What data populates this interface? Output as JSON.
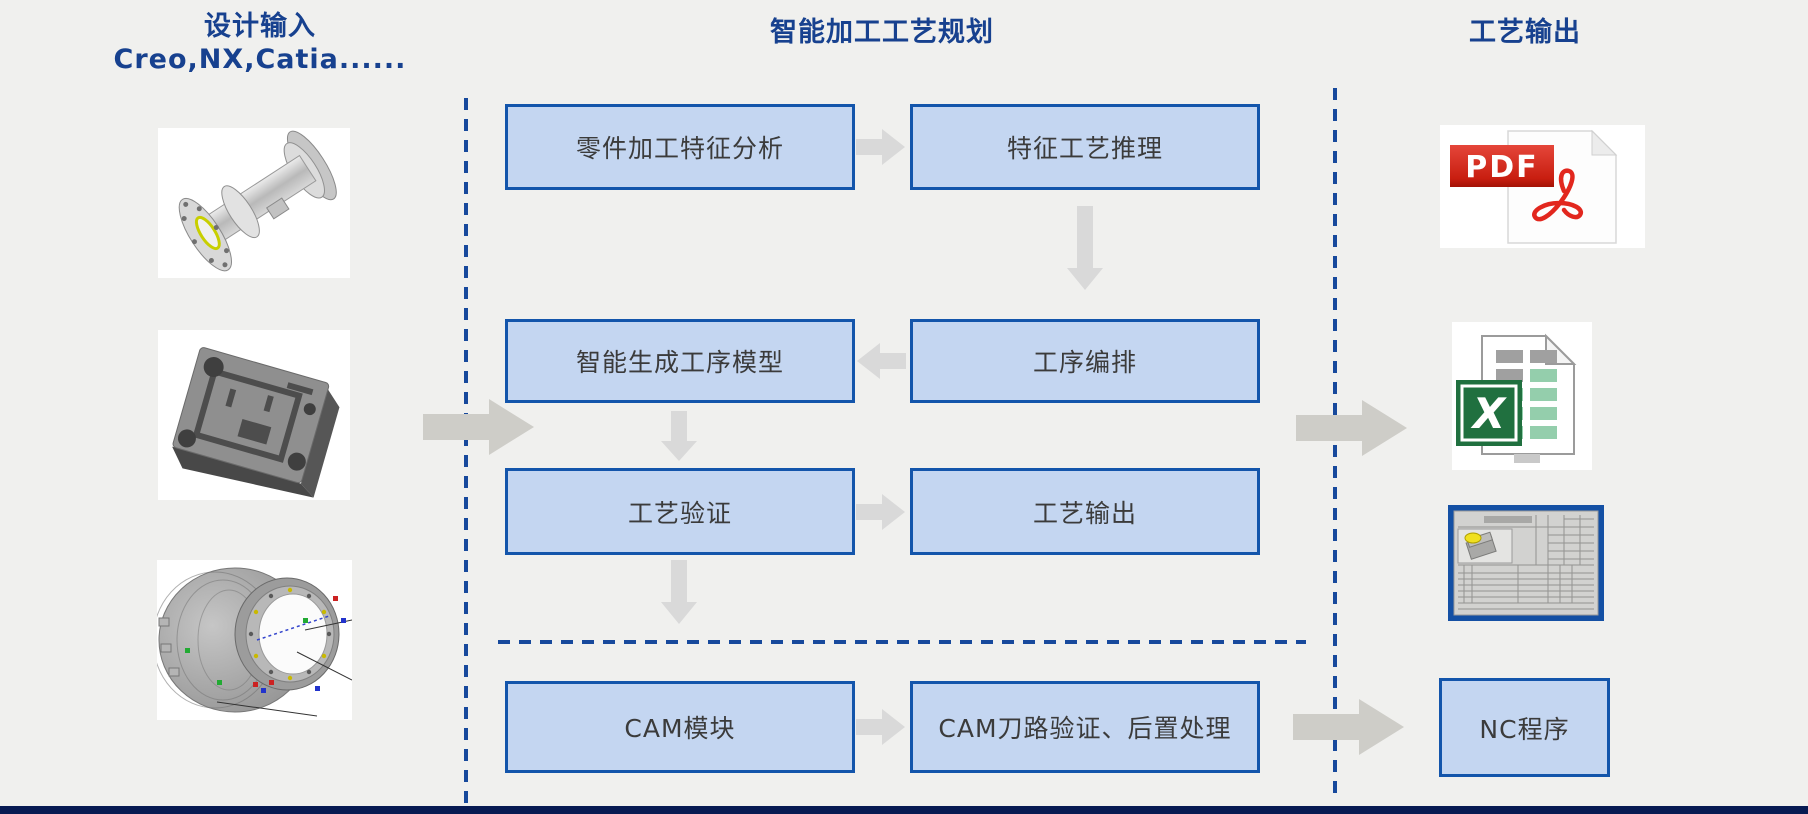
{
  "slide": {
    "background": "#f0f0ee",
    "footer_bar_color": "#071a52"
  },
  "columns": {
    "design_input": {
      "title": "设计输入",
      "subtitle": "Creo,NX,Catia......",
      "images": [
        {
          "name": "flanged-shaft-3d-model"
        },
        {
          "name": "machined-block-3d-model"
        },
        {
          "name": "engine-casing-3d-model"
        }
      ]
    },
    "process_planning": {
      "title": "智能加工工艺规划",
      "boxes": [
        {
          "label": "零件加工特征分析"
        },
        {
          "label": "特征工艺推理"
        },
        {
          "label": "智能生成工序模型"
        },
        {
          "label": "工序编排"
        },
        {
          "label": "工艺验证"
        },
        {
          "label": "工艺输出"
        },
        {
          "label": "CAM模块"
        },
        {
          "label": "CAM刀路验证、后置处理"
        }
      ]
    },
    "process_output": {
      "title": "工艺输出",
      "items": [
        {
          "name": "pdf-file-icon",
          "badge": "PDF"
        },
        {
          "name": "excel-file-icon",
          "logo_letter": "X"
        },
        {
          "name": "process-card-preview"
        },
        {
          "name": "nc-program-box",
          "label": "NC程序"
        }
      ]
    }
  },
  "colors": {
    "header_text": "#17418f",
    "flow_box_fill": "#c4d6f1",
    "flow_box_border": "#1355ab",
    "dashed_line": "#17499c",
    "small_arrow": "#d9d9d9",
    "big_arrow": "#cecdc8",
    "pdf_red": "#d52b1e",
    "excel_green": "#20703f"
  }
}
